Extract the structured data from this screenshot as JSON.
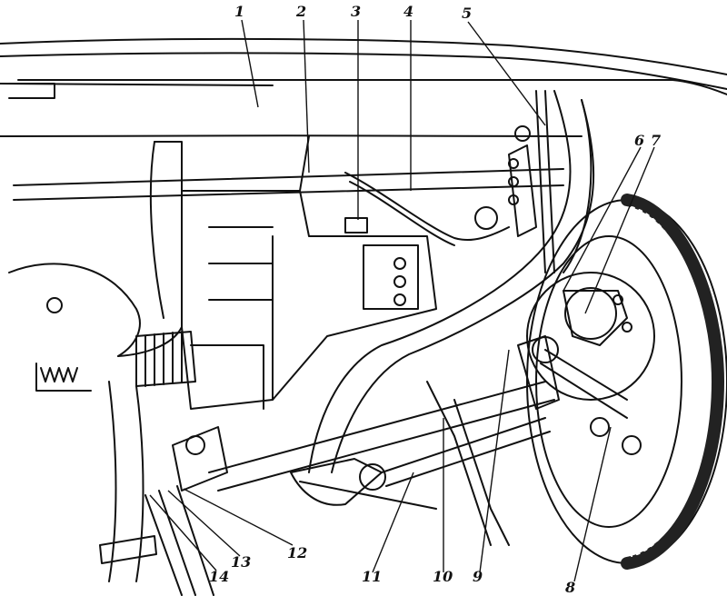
{
  "diagram": {
    "callouts": [
      {
        "id": "c1",
        "label": "1"
      },
      {
        "id": "c2",
        "label": "2"
      },
      {
        "id": "c3",
        "label": "3"
      },
      {
        "id": "c4",
        "label": "4"
      },
      {
        "id": "c5",
        "label": "5"
      },
      {
        "id": "c6",
        "label": "6"
      },
      {
        "id": "c7",
        "label": "7"
      },
      {
        "id": "c8",
        "label": "8"
      },
      {
        "id": "c9",
        "label": "9"
      },
      {
        "id": "c10",
        "label": "10"
      },
      {
        "id": "c11",
        "label": "11"
      },
      {
        "id": "c12",
        "label": "12"
      },
      {
        "id": "c13",
        "label": "13"
      },
      {
        "id": "c14",
        "label": "14"
      }
    ]
  },
  "colors": {
    "ink": "#111111",
    "paper": "#ffffff"
  }
}
